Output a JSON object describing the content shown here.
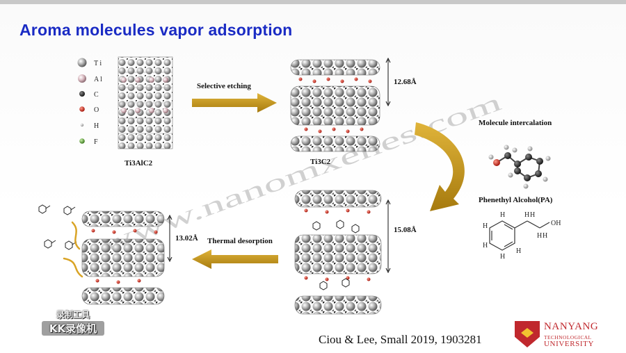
{
  "title": "Aroma molecules vapor adsorption",
  "legend": [
    {
      "label": "T i",
      "color": "#a9a9a9"
    },
    {
      "label": "A l",
      "color": "#d8b9c0"
    },
    {
      "label": "C",
      "color": "#333333"
    },
    {
      "label": "O",
      "color": "#d42a1e"
    },
    {
      "label": "H",
      "color": "#9a9a9a"
    },
    {
      "label": "F",
      "color": "#6fb44a"
    }
  ],
  "steps": {
    "etching": "Selective etching",
    "intercalation": "Molecule intercalation",
    "desorption": "Thermal desorption"
  },
  "structures": {
    "max_phase": "Ti3AlC2",
    "mxene": "Ti3C2"
  },
  "spacings": {
    "initial": "12.68Å",
    "intercalated": "15.08Å",
    "desorbed": "13.02Å"
  },
  "molecule": {
    "name": "Phenethyl Alcohol(PA)",
    "oh_label": "OH",
    "h_label": "H"
  },
  "watermark": "www.nanomxenes.com",
  "citation": "Ciou & Lee, Small 2019, 1903281",
  "recorder": {
    "line1": "录制工具",
    "line2": "KK录像机"
  },
  "logo": {
    "name": "NANYANG",
    "line2": "TECHNOLOGICAL",
    "line3": "UNIVERSITY"
  },
  "colors": {
    "title": "#1a2bc4",
    "arrow": "#c79a1a",
    "logo": "#c0282d"
  }
}
